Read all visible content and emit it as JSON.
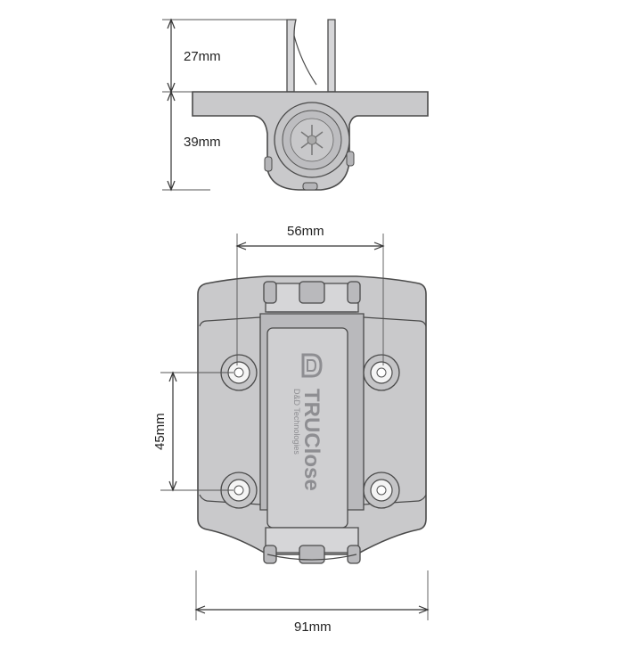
{
  "dimensions": {
    "top_height": "27mm",
    "body_depth": "39mm",
    "hole_spacing_h": "56mm",
    "hole_spacing_v": "45mm",
    "overall_width": "91mm"
  },
  "product": {
    "brand": "TRUClose",
    "sub_brand": "D&D Technologies"
  },
  "colors": {
    "body": "#c9c9cb",
    "outline": "#4a4a4a",
    "logo": "#8e8e92"
  }
}
